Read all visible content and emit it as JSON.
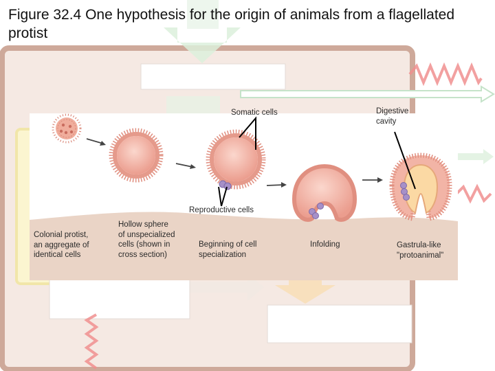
{
  "title": "Figure 32.4 One hypothesis for the origin of animals from a flagellated protist",
  "labels": {
    "somatic": "Somatic cells",
    "digestive": "Digestive\ncavity",
    "reproductive": "Reproductive cells"
  },
  "stages": [
    {
      "caption": "Colonial protist,\nan aggregate of\nidentical cells"
    },
    {
      "caption": "Hollow sphere\nof unspecialized\ncells (shown in\ncross section)"
    },
    {
      "caption": "Beginning of cell\nspecialization"
    },
    {
      "caption": "Infolding"
    },
    {
      "caption": "Gastrula-like\n\"protoanimal\""
    }
  ],
  "colors": {
    "frame": "#c9a090",
    "backdrop": "#f6ece6",
    "panel": "#ffffff",
    "ground": "#e9d2c4",
    "cell": "#efa99b",
    "cell_light": "#f8d8cf",
    "reproductive_cell": "#a690c8",
    "cavity": "#fbd9a4",
    "arrow_green": "#cce9cc",
    "arrow_orange": "#f6d7a9",
    "wave_red": "#ee7f7f"
  }
}
